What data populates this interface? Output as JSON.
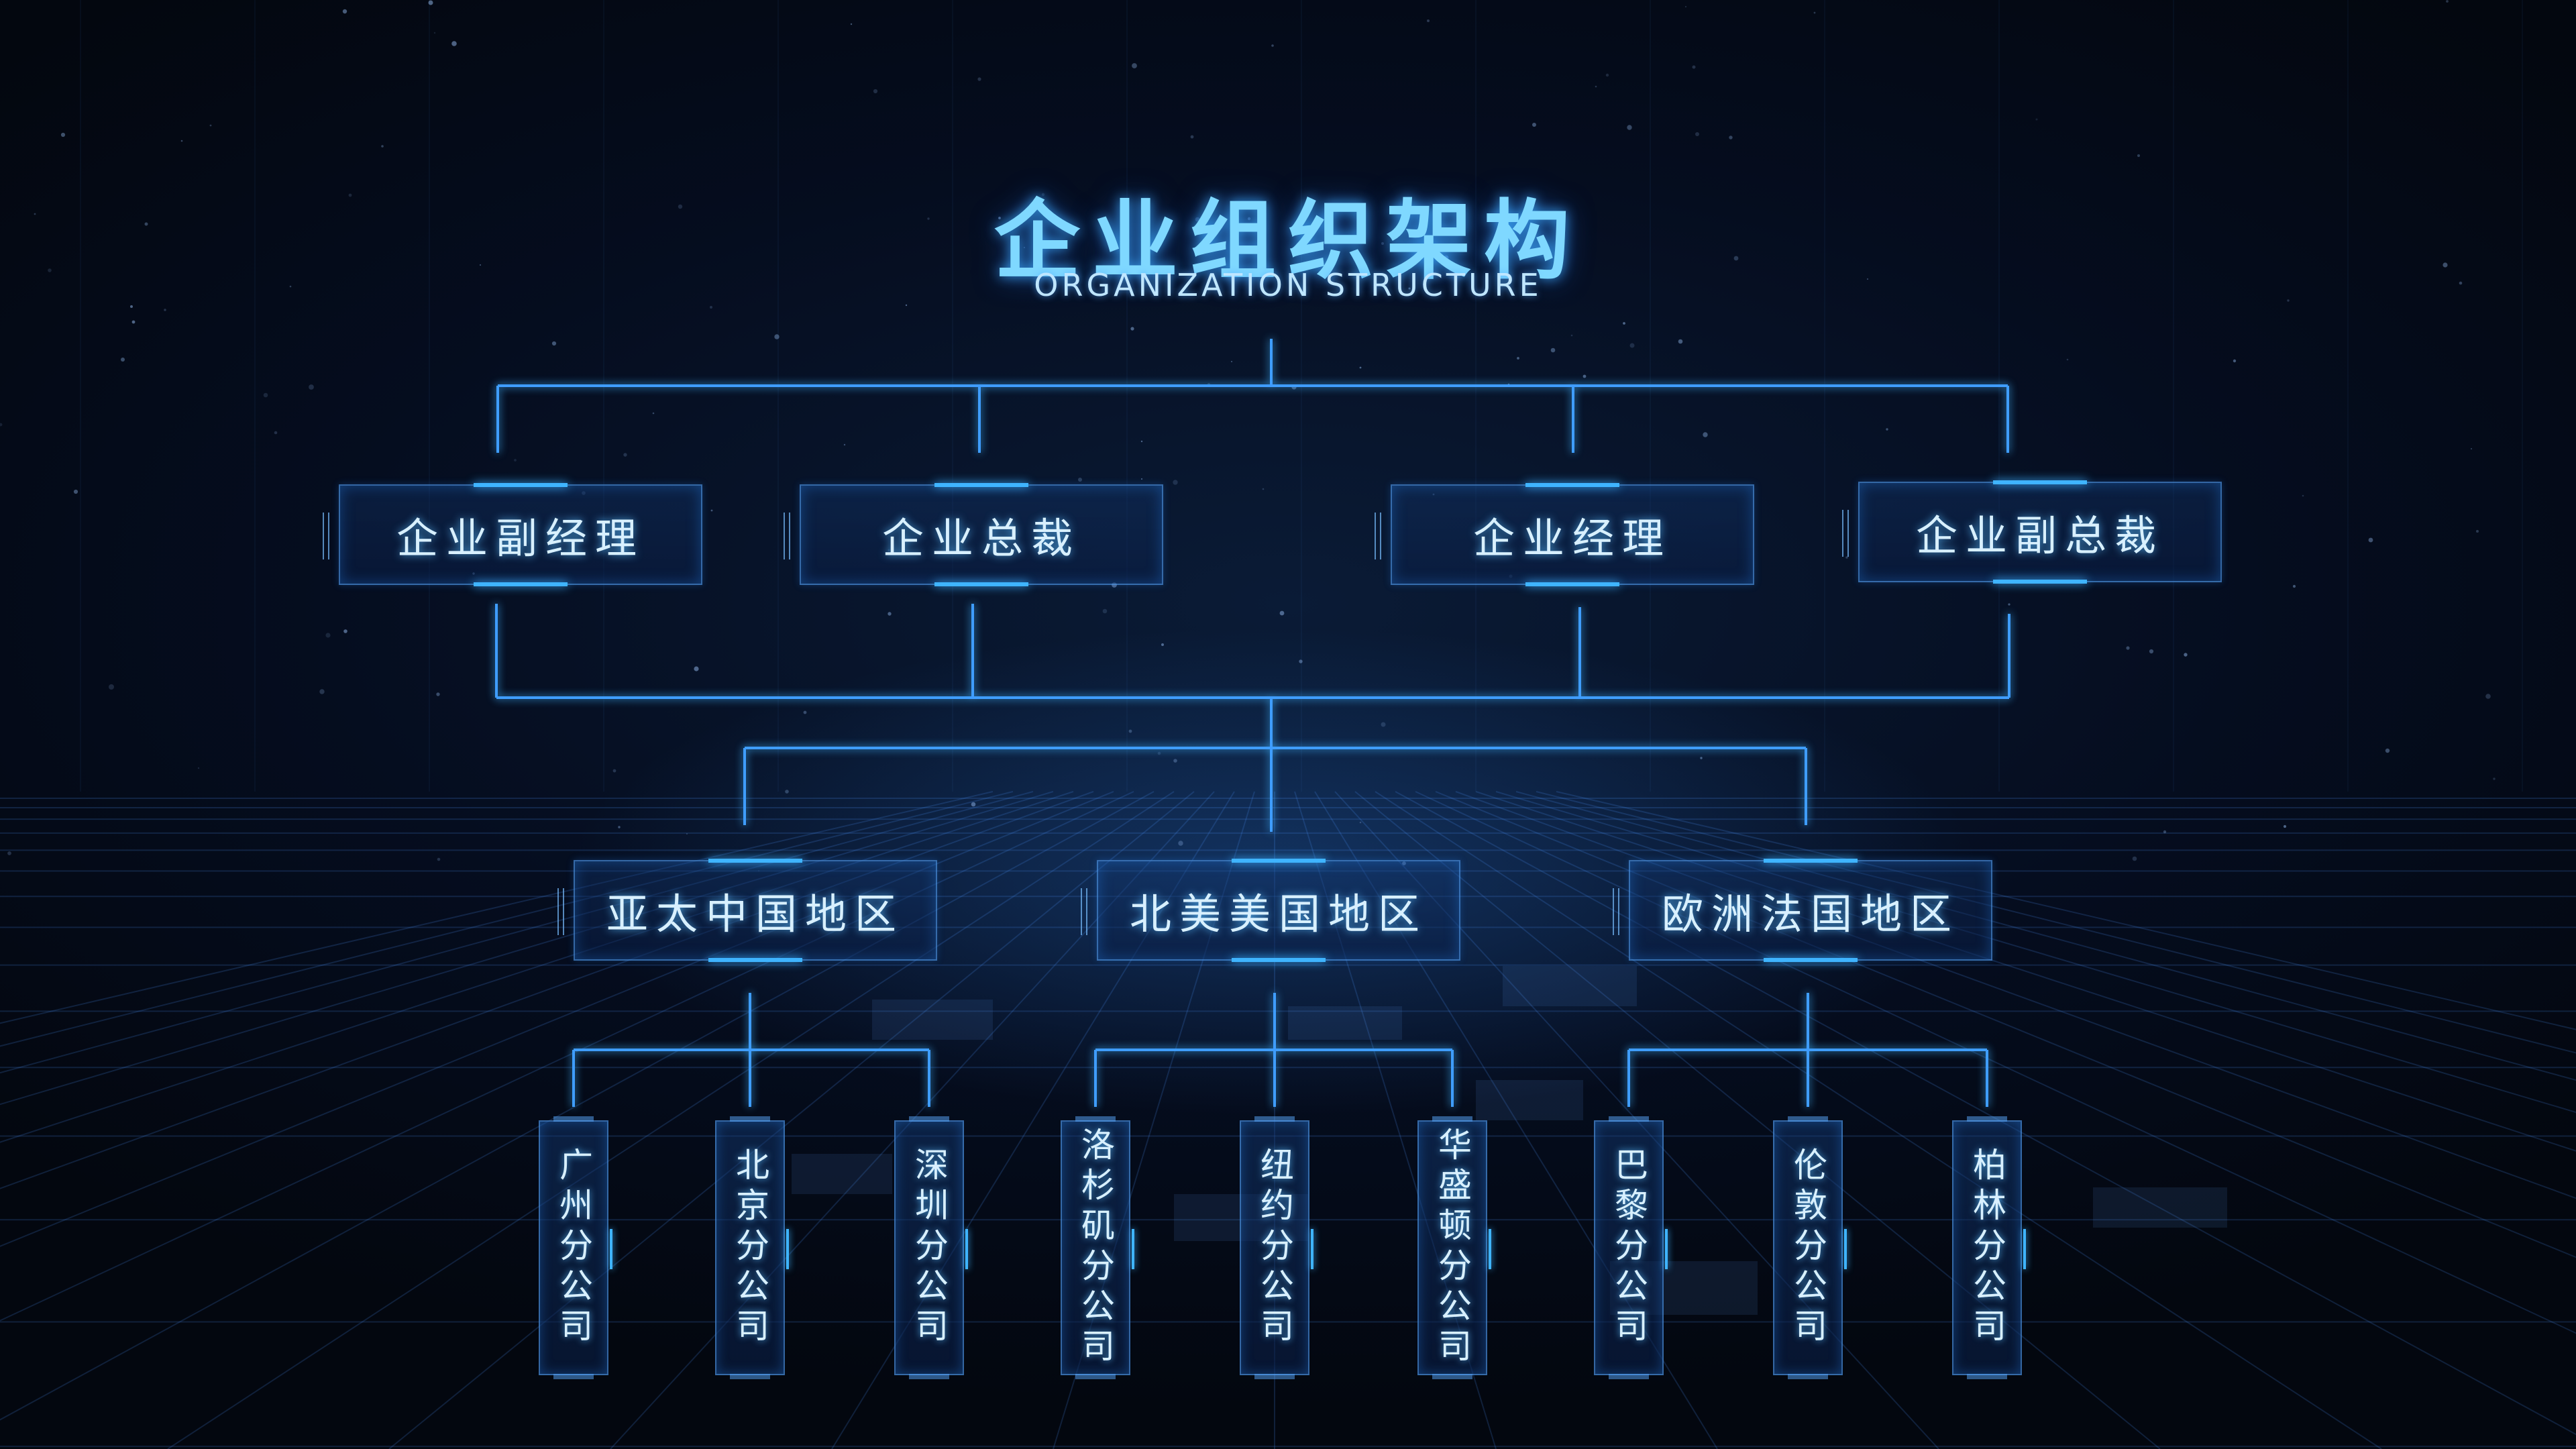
{
  "title": "企业组织架构",
  "subtitle": "ORGANIZATION STRUCTURE",
  "executives": [
    {
      "label": "企业副经理"
    },
    {
      "label": "企业总裁"
    },
    {
      "label": "企业经理"
    },
    {
      "label": "企业副总裁"
    }
  ],
  "regions": [
    {
      "label": "亚太中国地区",
      "branches": [
        "广州分公司",
        "北京分公司",
        "深圳分公司"
      ]
    },
    {
      "label": "北美美国地区",
      "branches": [
        "洛杉矶分公司",
        "纽约分公司",
        "华盛顿分公司"
      ]
    },
    {
      "label": "欧洲法国地区",
      "branches": [
        "巴黎分公司",
        "伦敦分公司",
        "柏林分公司"
      ]
    }
  ],
  "colors": {
    "line": "#3f9dff",
    "glow": "#3fb4ff",
    "title": "#7fd8ff",
    "background": "#040a18"
  }
}
